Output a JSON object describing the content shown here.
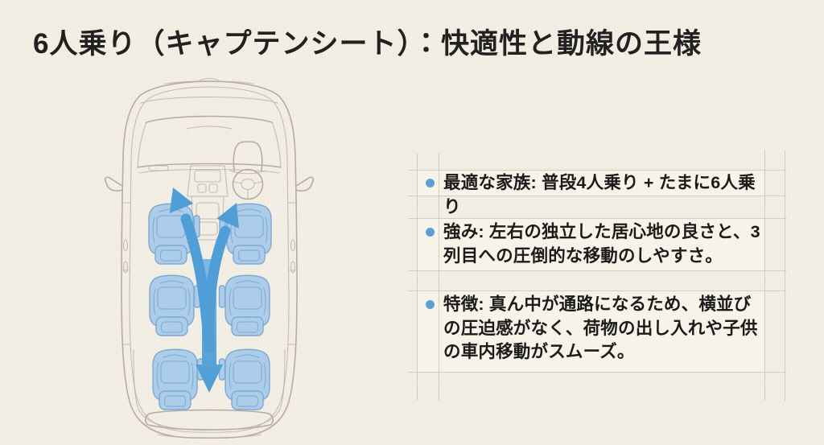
{
  "page": {
    "title": "6人乗り（キャプテンシート）：快適性と動線の王様"
  },
  "diagram": {
    "type": "minivan-top-view",
    "seats": 6,
    "seat_rows": 3,
    "icons": [
      "walkthrough-arrow-left",
      "walkthrough-arrow-right",
      "aisle-arrow-down",
      "steering-wheel",
      "side-mirror-left",
      "side-mirror-right"
    ]
  },
  "list": {
    "items": [
      {
        "text": "最適な家族: 普段4人乗り + たまに6人乗り"
      },
      {
        "text": "強み: 左右の独立した居心地の良さと、3列目への圧倒的な移動のしやすさ。"
      },
      {
        "text": "特徴: 真ん中が通路になるため、横並びの圧迫感がなく、荷物の出し入れや子供の車内移動がスムーズ。"
      }
    ]
  },
  "colors": {
    "page_bg": "#f2eee3",
    "title_text": "#212121",
    "body_text": "#1b1b1b",
    "bullet_blue": "#58a0d7",
    "arrow_blue": "#4f9ed7",
    "arrow_blue_light": "#7db7e3",
    "seat_fill": "#abcdea",
    "seat_stroke": "#7fa9cf",
    "car_outline": "#b2ada0",
    "grid_line": "#c9c5b9",
    "cell_bg": "#f7f3e9"
  }
}
